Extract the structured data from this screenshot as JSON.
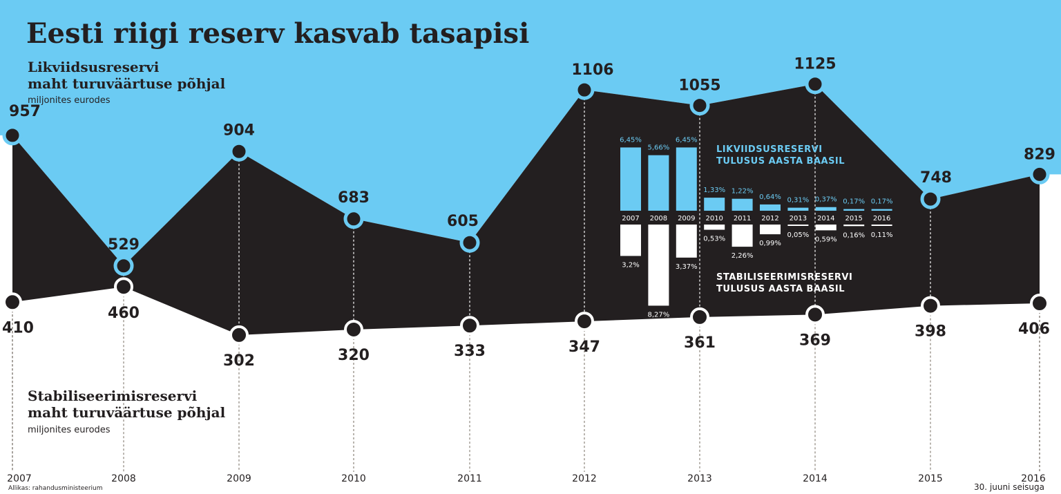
{
  "title": "Eesti riigi reserv kasvab tasapisi",
  "top_label": {
    "line1": "Likviidsusreservi",
    "line2": "maht turuväärtuse põhjal",
    "unit": "miljonites eurodes"
  },
  "bottom_label": {
    "line1": "Stabiliseerimisreservi",
    "line2": "maht turuväärtuse põhjal",
    "unit": "miljonites eurodes"
  },
  "source": "Allikas: rahandusministeerium",
  "as_of": "30. juuni seisuga",
  "colors": {
    "sky": "#6bcbf3",
    "dark": "#231f20",
    "white": "#ffffff"
  },
  "chart_data": [
    {
      "type": "area",
      "x": [
        "2007",
        "2008",
        "2009",
        "2010",
        "2011",
        "2012",
        "2013",
        "2014",
        "2015",
        "2016"
      ],
      "series": [
        {
          "name": "Likviidsusreservi maht turuväärtuse põhjal",
          "values": [
            957,
            529,
            904,
            683,
            605,
            1106,
            1055,
            1125,
            748,
            829
          ]
        },
        {
          "name": "Stabiliseerimisreservi maht turuväärtuse põhjal",
          "values": [
            410,
            460,
            302,
            320,
            333,
            347,
            361,
            369,
            398,
            406
          ]
        }
      ],
      "ylabel": "miljonites eurodes"
    },
    {
      "type": "bar",
      "categories": [
        "2007",
        "2008",
        "2009",
        "2010",
        "2011",
        "2012",
        "2013",
        "2014",
        "2015",
        "2016"
      ],
      "series": [
        {
          "name": "Likviidsusreservi tulusus aasta baasil",
          "values": [
            6.45,
            5.66,
            6.45,
            1.33,
            1.22,
            0.64,
            0.31,
            0.37,
            0.17,
            0.17
          ],
          "labels": [
            "6,45%",
            "5,66%",
            "6,45%",
            "1,33%",
            "1,22%",
            "0,64%",
            "0,31%",
            "0,37%",
            "0,17%",
            "0,17%"
          ]
        },
        {
          "name": "Stabiliseerimisreservi tulusus aasta baasil",
          "values": [
            3.2,
            8.27,
            3.37,
            0.53,
            2.26,
            0.99,
            0.05,
            0.59,
            0.16,
            0.11
          ],
          "labels": [
            "3,2%",
            "8,27%",
            "3,37%",
            "0,53%",
            "2,26%",
            "0,99%",
            "0,05%",
            "0,59%",
            "0,16%",
            "0,11%"
          ]
        }
      ],
      "legend": [
        [
          "Likviidsusreservi",
          "tulusus aasta baasil"
        ],
        [
          "Stabiliseerimisreservi",
          "tulusus aasta baasil"
        ]
      ]
    }
  ]
}
